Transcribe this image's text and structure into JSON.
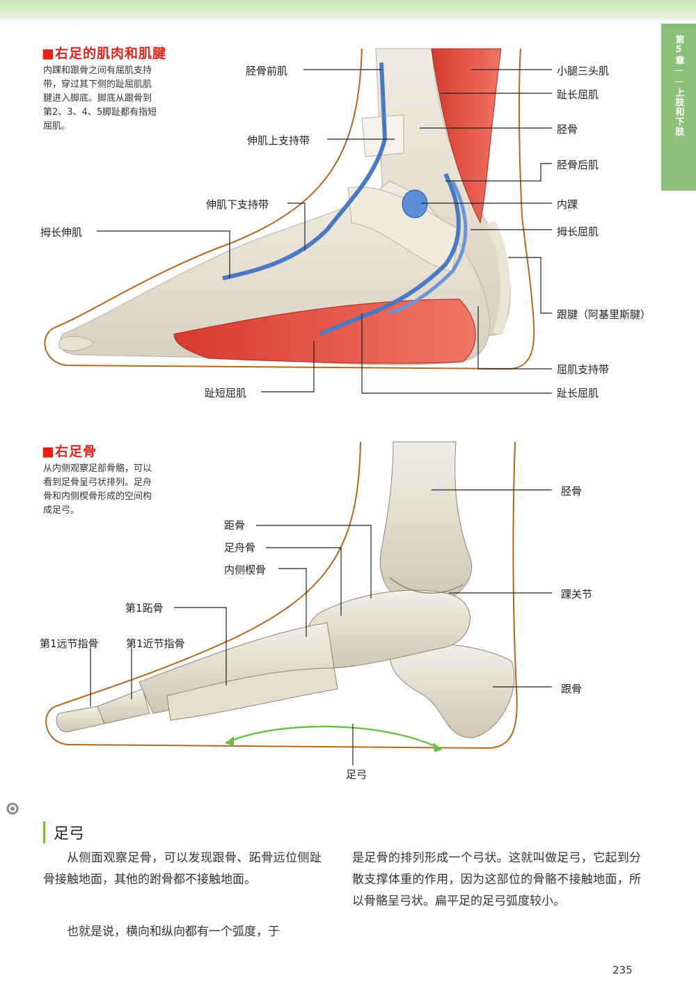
{
  "chapter_tab": {
    "chapter": "第5章",
    "separator": "——",
    "topic": "上肢和下肢"
  },
  "muscles": {
    "title": "■右足的肌肉和肌腱",
    "description": "内踝和跟骨之间有屈肌支持\n带，穿过其下侧的趾屈肌肌\n腱进入脚底。脚底从跟骨到\n第2、3、4、5脚趾都有指短\n屈肌。",
    "labels": {
      "tibialis_anterior": "胫骨前肌",
      "superior_extensor_retinaculum": "伸肌上支持带",
      "inferior_extensor_retinaculum": "伸肌下支持带",
      "extensor_hallucis_longus": "拇长伸肌",
      "flexor_digitorum_brevis": "趾短屈肌",
      "triceps_surae": "小腿三头肌",
      "flexor_digitorum_longus_top": "趾长屈肌",
      "tibia": "胫骨",
      "tibialis_posterior": "胫骨后肌",
      "medial_malleolus": "内踝",
      "flexor_hallucis_longus": "拇长屈肌",
      "achilles_tendon": "跟腱（阿基里斯腱）",
      "flexor_retinaculum": "屈肌支持带",
      "flexor_digitorum_longus_bottom": "趾长屈肌"
    }
  },
  "bones": {
    "title": "■右足骨",
    "description": "从内侧观察足部骨骼，可以\n看到足骨呈弓状排列。足舟\n骨和内侧楔骨形成的空间构\n成足弓。",
    "labels": {
      "talus": "距骨",
      "navicular": "足舟骨",
      "medial_cuneiform": "内侧楔骨",
      "first_metatarsal": "第1跖骨",
      "first_distal_phalanx": "第1远节指骨",
      "first_proximal_phalanx": "第1近节指骨",
      "tibia": "胫骨",
      "ankle_joint": "踝关节",
      "calcaneus": "跟骨",
      "arch": "足弓"
    }
  },
  "article": {
    "title": "足弓",
    "para1": "从侧面观察足骨，可以发现跟骨、跖骨远位侧趾骨接触地面，其他的跗骨都不接触地面。",
    "para2": "也就是说，横向和纵向都有一个弧度，于",
    "para3": "是足骨的排列形成一个弓状。这就叫做足弓，它起到分散支撑体重的作用，因为这部位的骨骼不接触地面，所以骨骼呈弓状。扁平足的足弓弧度较小。"
  },
  "page_number": "235",
  "colors": {
    "accent_red": "#e2231a",
    "tab_green": "#8cc078",
    "arch_green": "#6cbf4a",
    "outline_brown": "#b5651d"
  }
}
